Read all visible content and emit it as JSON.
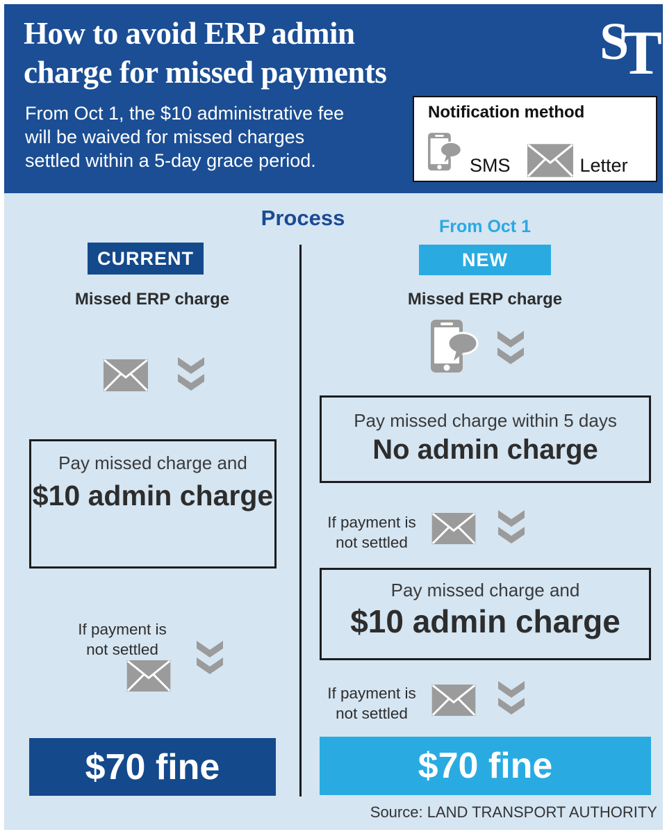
{
  "header": {
    "title_line1": "How to avoid ERP admin",
    "title_line2": "charge for missed payments",
    "logo_s": "S",
    "logo_t": "T",
    "intro_line1": "From Oct 1, the $10 administrative fee",
    "intro_line2": "will be waived for missed charges",
    "intro_line3": "settled within a 5-day grace period.",
    "notification": {
      "title": "Notification method",
      "sms_label": "SMS",
      "letter_label": "Letter"
    }
  },
  "process": {
    "heading": "Process",
    "from_label": "From Oct 1",
    "current": {
      "badge": "CURRENT",
      "step1": "Missed ERP charge",
      "box1_line1": "Pay missed charge and",
      "box1_line2": "$10 admin charge",
      "if_line1": "If payment is",
      "if_line2": "not settled",
      "fine": "$70 fine"
    },
    "new": {
      "badge": "NEW",
      "step1": "Missed ERP charge",
      "box1_line1": "Pay missed charge within 5 days",
      "box1_line2": "No admin charge",
      "if1_line1": "If payment is",
      "if1_line2": "not settled",
      "box2_line1": "Pay missed charge and",
      "box2_line2": "$10 admin charge",
      "if2_line1": "If payment is",
      "if2_line2": "not settled",
      "fine": "$70 fine"
    }
  },
  "source": "Source: LAND TRANSPORT AUTHORITY",
  "colors": {
    "header_blue": "#1b4e94",
    "badge_dark_blue": "#14498c",
    "accent_cyan": "#29abe2",
    "body_light_blue": "#d5e5f2",
    "icon_gray": "#9b9b9b",
    "text_dark": "#2d2d2d"
  }
}
